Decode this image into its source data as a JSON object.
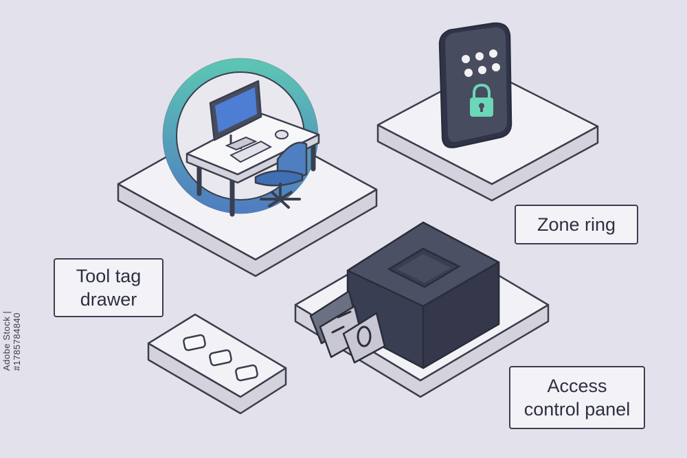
{
  "labels": {
    "zone_ring": "Zone ring",
    "tool_tag_drawer": "Tool tag\ndrawer",
    "access_control_panel": "Access\ncontrol panel"
  },
  "side_text": "Adobe Stock | #1785784840",
  "colors": {
    "background": "#e3e1ec",
    "platform_top": "#f2f2f6",
    "platform_side": "#d4d3dd",
    "outline": "#3a3e4d",
    "device_dark": "#474c5e",
    "ring_teal": "#5cc4b4",
    "ring_blue": "#4f7fc0",
    "screen_blue": "#4d7ed4",
    "lock_green": "#6cd6b8"
  },
  "icons": [
    "workstation-icon",
    "keypad-lock-icon",
    "card-reader-icon",
    "tag-drawer-icon"
  ]
}
